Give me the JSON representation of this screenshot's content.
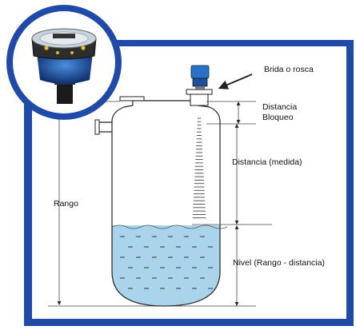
{
  "labels": {
    "flange": "Brida o rosca",
    "blocking_distance_line1": "Distancia",
    "blocking_distance_line2": "Bloqueo",
    "measured_distance": "Distancia (medida)",
    "range": "Rango",
    "level": "Nivel (Rango - distancia)"
  },
  "colors": {
    "frame_blue": "#1f4aa8",
    "liquid": "#a9d4ec",
    "sensor_cap": "#2a72c8",
    "line": "#222222"
  },
  "icons": {
    "sensor_photo": "ultrasonic-level-sensor-photo",
    "pointer": "arrow-icon"
  }
}
